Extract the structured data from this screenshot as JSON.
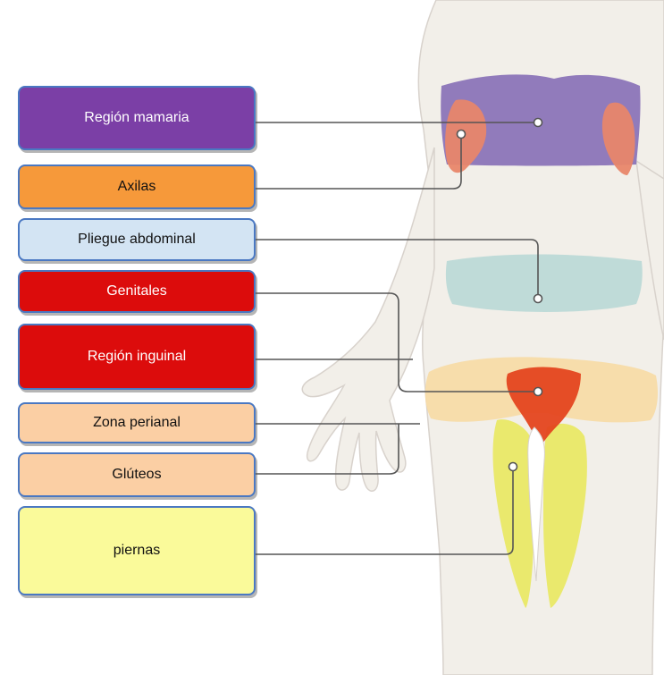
{
  "regions": [
    {
      "key": "breast",
      "label": "Región mamaria",
      "color": "#7b3fa6",
      "region_color": "#8b74b8",
      "text_color": "#ffffff"
    },
    {
      "key": "axilla",
      "label": "Axilas",
      "color": "#f6993a",
      "region_color": "#e8866a",
      "text_color": "#111111"
    },
    {
      "key": "abdominal",
      "label": "Pliegue abdominal",
      "color": "#d3e4f3",
      "region_color": "#bcd9d7",
      "text_color": "#111111"
    },
    {
      "key": "genitals",
      "label": "Genitales",
      "color": "#dc0c0c",
      "region_color": "#e4451f",
      "text_color": "#ffffff"
    },
    {
      "key": "inguinal",
      "label": "Región inguinal",
      "color": "#dc0c0c",
      "region_color": "#f7dba8",
      "text_color": "#ffffff"
    },
    {
      "key": "perianal",
      "label": "Zona perianal",
      "color": "#fbcfa4",
      "region_color": "#f7dba8",
      "text_color": "#111111"
    },
    {
      "key": "gluteal",
      "label": "Glúteos",
      "color": "#fbcfa4",
      "region_color": "#f7dba8",
      "text_color": "#111111"
    },
    {
      "key": "legs",
      "label": "piernas",
      "color": "#fafa9a",
      "region_color": "#e9e866",
      "text_color": "#111111"
    }
  ],
  "body_color": "#f2efe9",
  "outline_color": "#d8d2cc",
  "box_border_color": "#4a78c2",
  "connector_color": "#555555"
}
